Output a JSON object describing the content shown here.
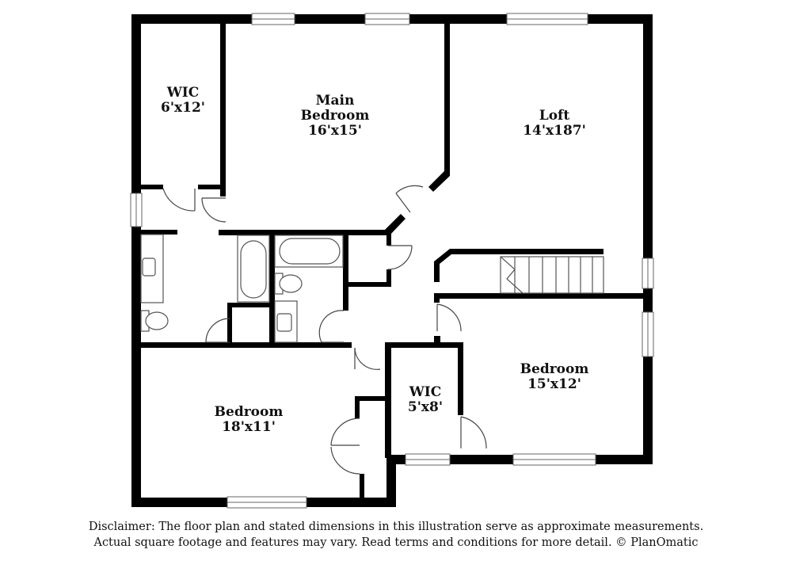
{
  "rooms": {
    "wic_main": {
      "name": "WIC",
      "size": "6'x12'"
    },
    "main_bedroom": {
      "name_line1": "Main",
      "name_line2": "Bedroom",
      "size": "16'x15'"
    },
    "loft": {
      "name": "Loft",
      "size": "14'x187'"
    },
    "bedroom_right": {
      "name": "Bedroom",
      "size": "15'x12'"
    },
    "wic_small": {
      "name": "WIC",
      "size": "5'x8'"
    },
    "bedroom_left": {
      "name": "Bedroom",
      "size": "18'x11'"
    }
  },
  "disclaimer": {
    "line1": "Disclaimer: The floor plan and stated dimensions in this illustration serve as approximate measurements.",
    "line2": "Actual square footage and features may vary. Read terms and conditions for more detail. © PlanOmatic"
  },
  "colors": {
    "wall": "#000000",
    "fixture": "#555555",
    "background": "#ffffff"
  }
}
